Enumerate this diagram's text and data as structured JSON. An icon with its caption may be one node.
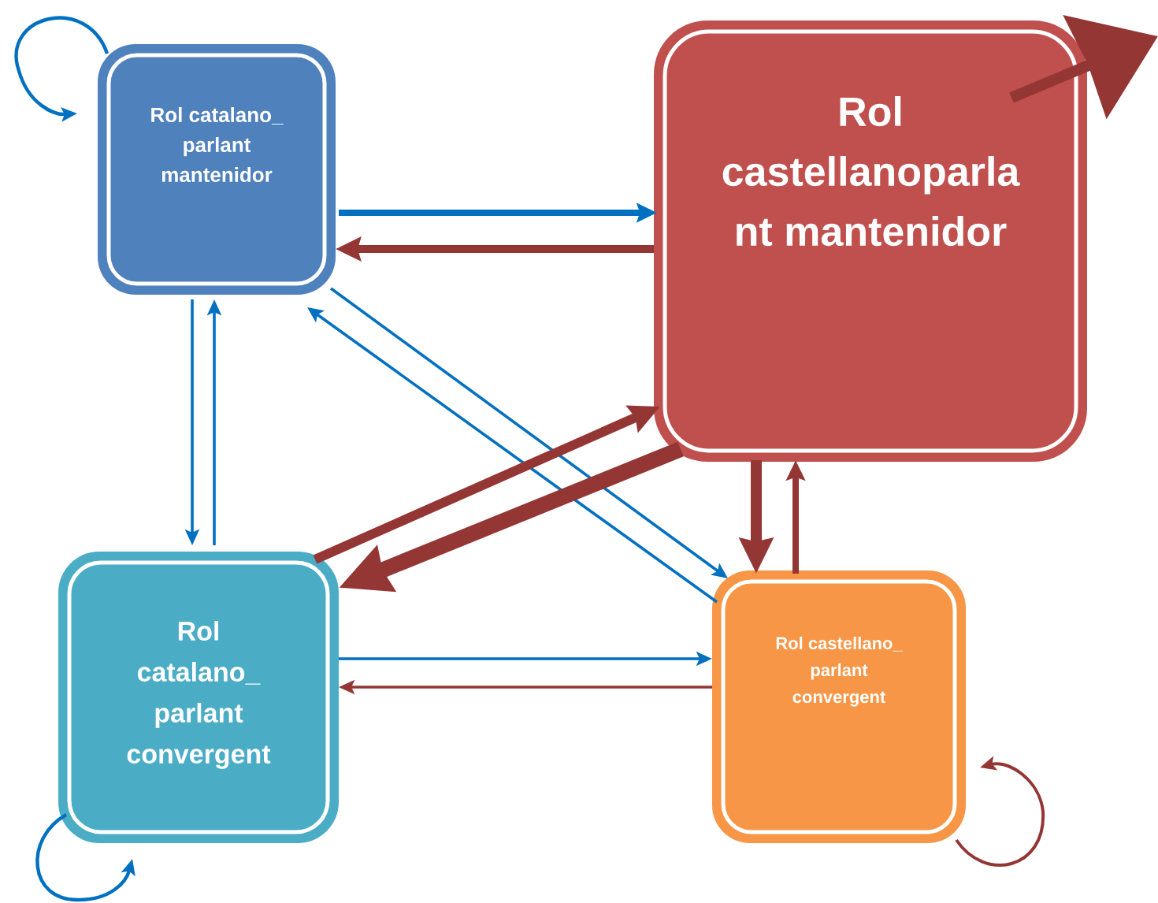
{
  "diagram": {
    "nodes": [
      {
        "text": [
          "Rol catalano_ parlant mantenidor"
        ]
      },
      {
        "text": [
          "Rol castellanoparla nt mantenidor"
        ]
      },
      {
        "text": [
          "Rol catalano_ parlant convergent"
        ]
      },
      {
        "text": [
          "Rol castellano_ parlant convergent"
        ]
      }
    ],
    "edges": [
      {
        "from": 0,
        "to": 0,
        "arrow": "to",
        "color": "#0070c0"
      },
      {
        "from": 0,
        "to": 1,
        "arrow": "to",
        "style": "thick",
        "color": "#0070c0"
      },
      {
        "from": 1,
        "to": 0,
        "arrow": "to",
        "style": "thick",
        "color": "#943634"
      },
      {
        "from": 0,
        "to": 2,
        "arrow": "to",
        "color": "#0070c0"
      },
      {
        "from": 2,
        "to": 0,
        "arrow": "to",
        "color": "#0070c0"
      },
      {
        "from": 0,
        "to": 3,
        "arrow": "to",
        "color": "#0070c0"
      },
      {
        "from": 3,
        "to": 0,
        "arrow": "to",
        "color": "#0070c0"
      },
      {
        "from": 2,
        "to": 1,
        "arrow": "to",
        "style": "thick",
        "color": "#943634"
      },
      {
        "from": 1,
        "to": 2,
        "arrow": "to",
        "style": "thick",
        "color": "#943634"
      },
      {
        "from": 1,
        "to": 3,
        "arrow": "to",
        "style": "thick",
        "color": "#943634"
      },
      {
        "from": 3,
        "to": 1,
        "arrow": "to",
        "style": "thick",
        "color": "#943634"
      },
      {
        "from": 2,
        "to": 3,
        "arrow": "to",
        "color": "#0070c0"
      },
      {
        "from": 3,
        "to": 2,
        "arrow": "to",
        "color": "#943634"
      },
      {
        "from": 2,
        "to": 2,
        "arrow": "to",
        "color": "#0070c0"
      },
      {
        "from": 3,
        "to": 3,
        "arrow": "to",
        "color": "#943634"
      },
      {
        "from": 1,
        "to": null,
        "arrow": "to",
        "style": "thick",
        "color": "#943634"
      }
    ]
  }
}
